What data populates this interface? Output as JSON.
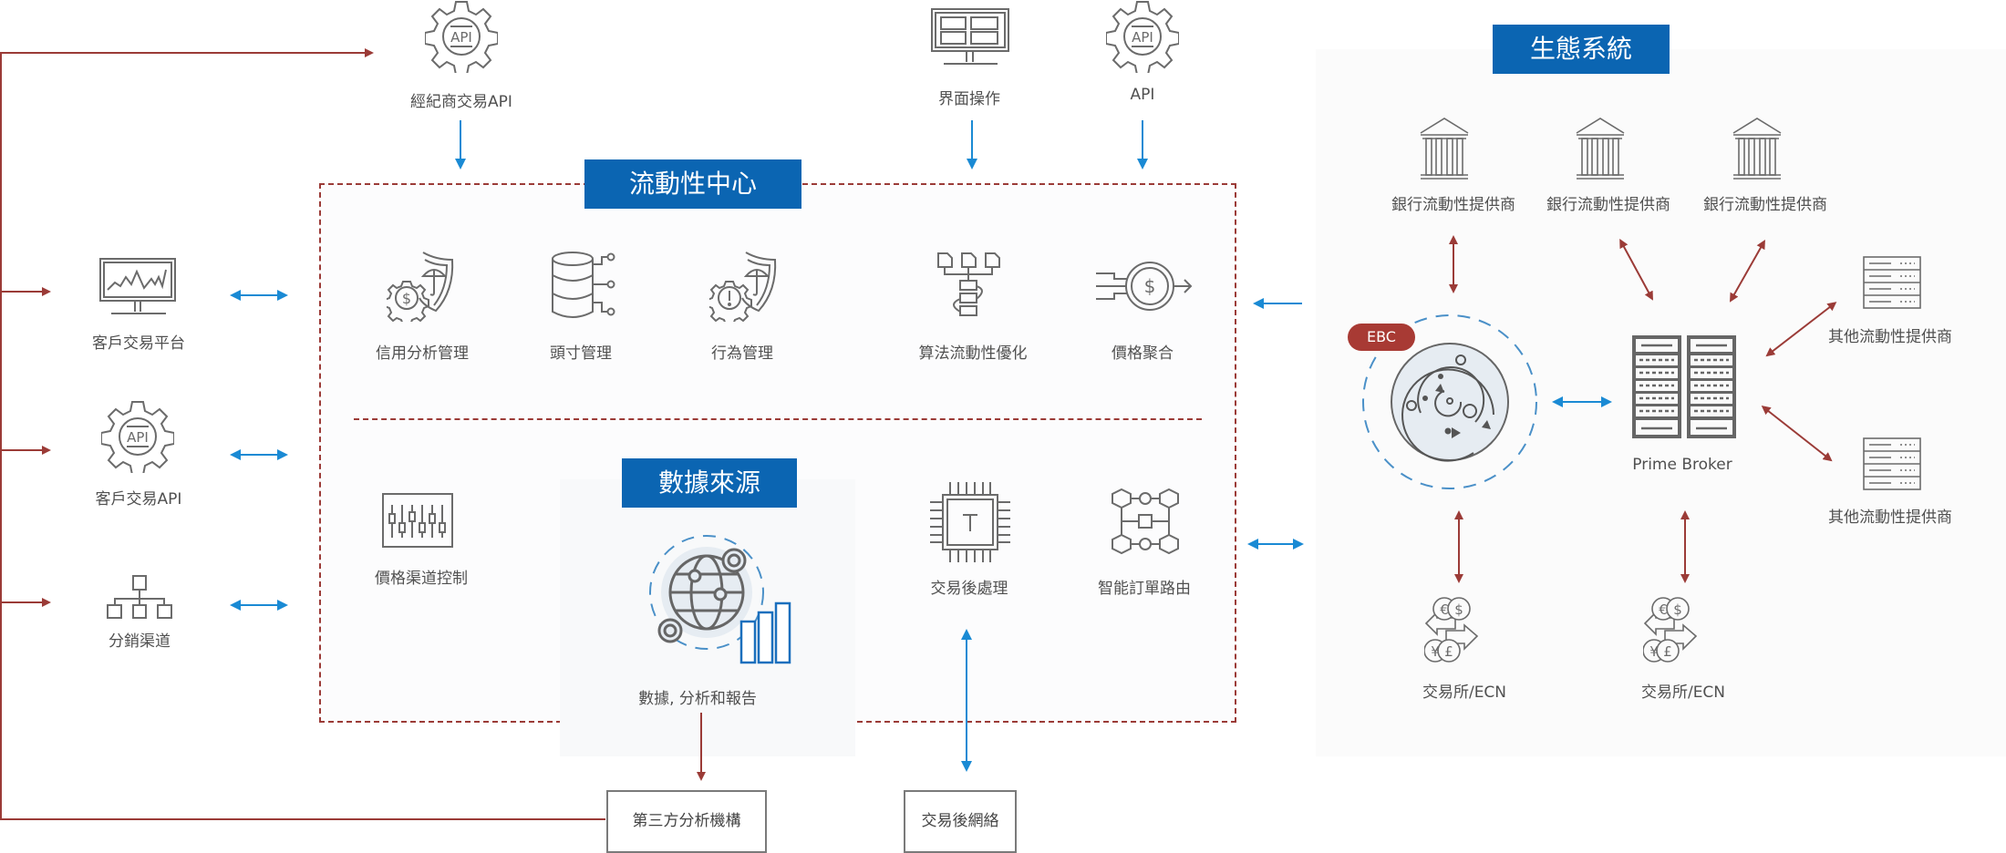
{
  "colors": {
    "accent_blue": "#0b65b2",
    "arrow_blue": "#1a8ad4",
    "arrow_red": "#9b3b37",
    "icon_gray": "#6b6b6b"
  },
  "top_inputs": [
    {
      "label": "經紀商交易API",
      "icon": "api-gear-icon"
    },
    {
      "label": "界面操作",
      "icon": "monitor-grid-icon"
    },
    {
      "label": "API",
      "icon": "api-gear-icon"
    }
  ],
  "left_channels": [
    {
      "label": "客戶交易平台",
      "icon": "trading-monitor-icon"
    },
    {
      "label": "客戶交易API",
      "icon": "api-gear-icon"
    },
    {
      "label": "分銷渠道",
      "icon": "org-chart-icon"
    }
  ],
  "liquidity_hub": {
    "title": "流動性中心",
    "top_row": [
      {
        "label": "信用分析管理",
        "icon": "shield-dollar-gear-icon"
      },
      {
        "label": "頭寸管理",
        "icon": "database-icon"
      },
      {
        "label": "行為管理",
        "icon": "shield-alert-gear-icon"
      },
      {
        "label": "算法流動性優化",
        "icon": "algorithm-flow-icon"
      },
      {
        "label": "價格聚合",
        "icon": "price-aggregation-icon"
      }
    ],
    "bottom_row": [
      {
        "label": "價格渠道控制",
        "icon": "sliders-icon"
      },
      {
        "label": "交易後處理",
        "icon": "chip-icon"
      },
      {
        "label": "智能訂單路由",
        "icon": "network-cubes-icon"
      }
    ]
  },
  "data_source": {
    "title": "數據來源",
    "label": "數據, 分析和報告",
    "icon": "globe-chart-icon"
  },
  "outputs": [
    {
      "label": "第三方分析機構"
    },
    {
      "label": "交易後網絡"
    }
  ],
  "ecosystem": {
    "title": "生態系統",
    "banks": [
      {
        "label": "銀行流動性提供商",
        "icon": "bank-icon"
      },
      {
        "label": "銀行流動性提供商",
        "icon": "bank-icon"
      },
      {
        "label": "銀行流動性提供商",
        "icon": "bank-icon"
      }
    ],
    "ebc": {
      "badge": "EBC",
      "icon": "ebc-orbit-icon"
    },
    "prime_broker": {
      "label": "Prime Broker",
      "icon": "server-rack-icon"
    },
    "other_providers": [
      {
        "label": "其他流動性提供商",
        "icon": "server-icon"
      },
      {
        "label": "其他流動性提供商",
        "icon": "server-icon"
      }
    ],
    "exchanges": [
      {
        "label": "交易所/ECN",
        "icon": "currency-exchange-icon"
      },
      {
        "label": "交易所/ECN",
        "icon": "currency-exchange-icon"
      }
    ]
  }
}
